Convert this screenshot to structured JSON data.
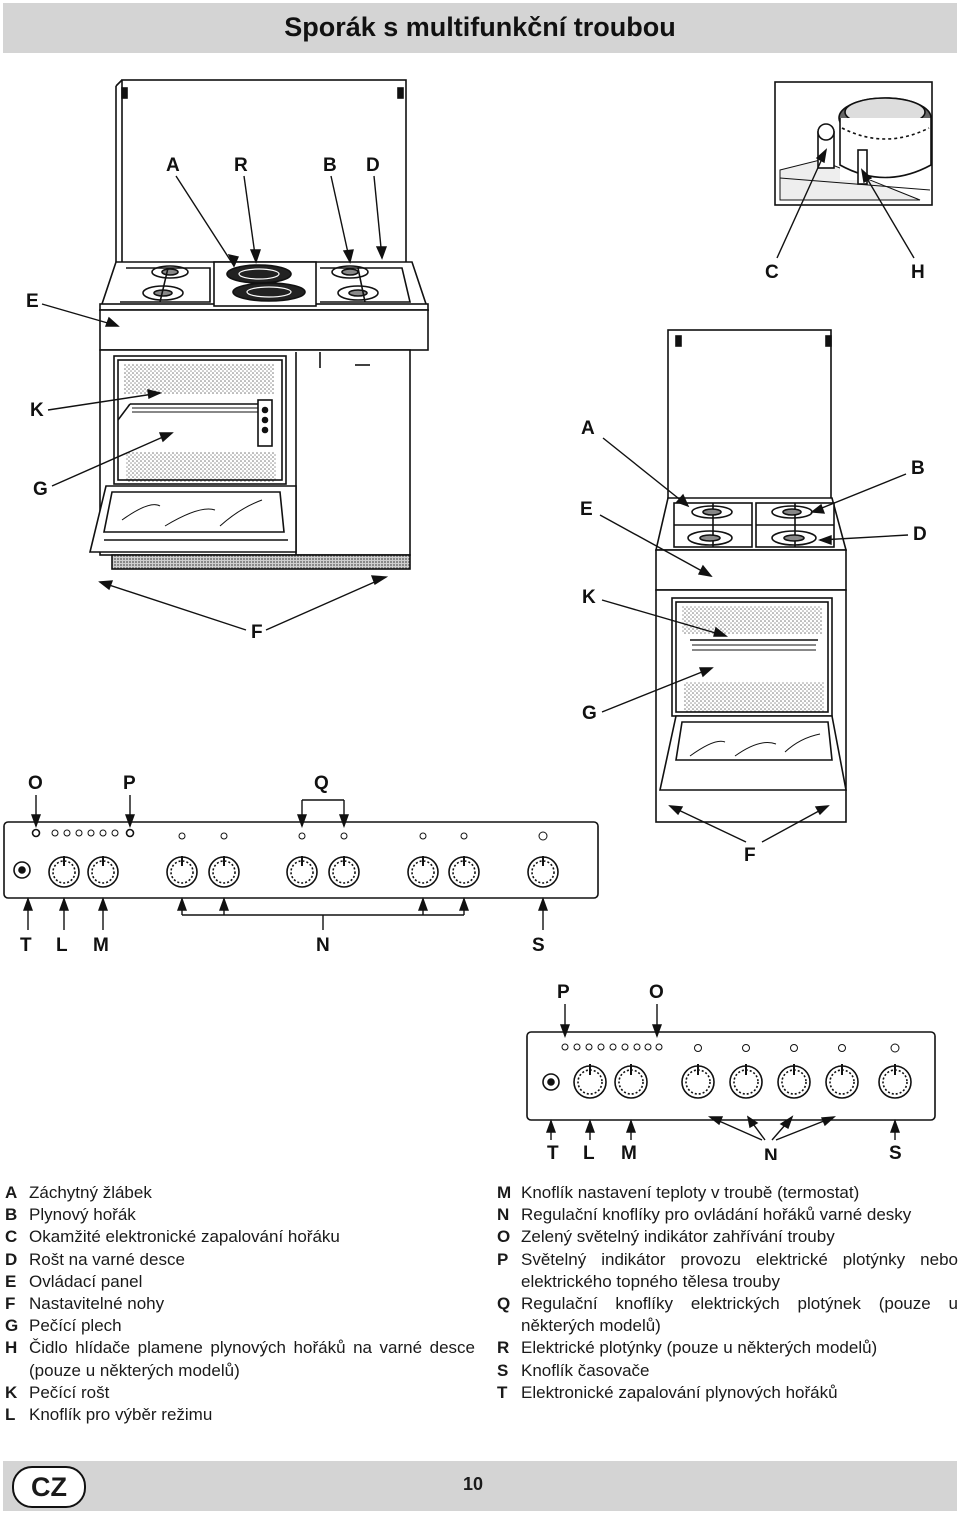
{
  "title": "Sporák s multifunkční troubou",
  "figure_labels": {
    "top_left": [
      "A",
      "R",
      "B",
      "D",
      "E",
      "K",
      "G",
      "F"
    ],
    "inset": [
      "C",
      "H"
    ],
    "right": [
      "A",
      "B",
      "E",
      "D",
      "K",
      "G",
      "F"
    ],
    "panel1_top": [
      "O",
      "P",
      "Q"
    ],
    "panel1_bottom": [
      "T",
      "L",
      "M",
      "N",
      "S"
    ],
    "panel2_top": [
      "P",
      "O"
    ],
    "panel2_bottom": [
      "T",
      "L",
      "M",
      "N",
      "S"
    ]
  },
  "legend_left": [
    {
      "letter": "A",
      "text": "Záchytný žlábek"
    },
    {
      "letter": "B",
      "text": "Plynový hořák"
    },
    {
      "letter": "C",
      "text": "Okamžité elektronické zapalování hořáku"
    },
    {
      "letter": "D",
      "text": "Rošt na varné desce"
    },
    {
      "letter": "E",
      "text": "Ovládací panel"
    },
    {
      "letter": "F",
      "text": "Nastavitelné nohy"
    },
    {
      "letter": "G",
      "text": "Pečící plech"
    },
    {
      "letter": "H",
      "text": "Čidlo hlídače plamene plynových hořáků na varné desce (pouze u některých modelů)"
    },
    {
      "letter": "K",
      "text": "Pečící rošt"
    },
    {
      "letter": "L",
      "text": "Knoflík pro výběr režimu"
    }
  ],
  "legend_right": [
    {
      "letter": "M",
      "text": "Knoflík nastavení teploty v troubě (termostat)"
    },
    {
      "letter": "N",
      "text": "Regulační knoflíky pro ovládání hořáků varné desky"
    },
    {
      "letter": "O",
      "text": "Zelený světelný indikátor zahřívání trouby"
    },
    {
      "letter": "P",
      "text": "Světelný indikátor provozu elektrické plotýnky nebo elektrického topného tělesa trouby"
    },
    {
      "letter": "Q",
      "text": "Regulační knoflíky elektrických plotýnek (pouze u některých modelů)"
    },
    {
      "letter": "R",
      "text": "Elektrické plotýnky (pouze u některých modelů)"
    },
    {
      "letter": "S",
      "text": "Knoflík časovače"
    },
    {
      "letter": "T",
      "text": "Elektronické zapalování plynových hořáků"
    }
  ],
  "footer": {
    "language": "CZ",
    "page_number": "10"
  }
}
